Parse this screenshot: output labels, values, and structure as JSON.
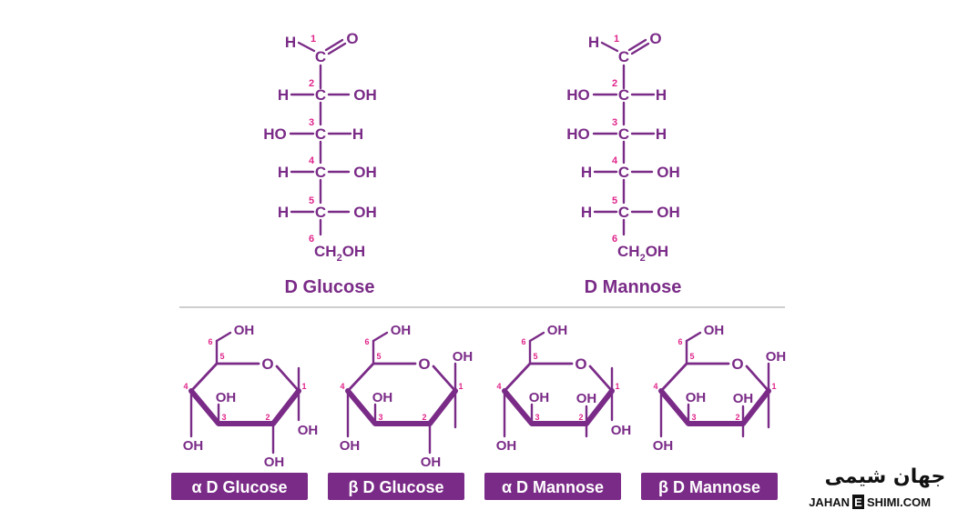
{
  "colors": {
    "primary": "#7a2b87",
    "carbon_number": "#e0248a",
    "divider": "#9e9e9e"
  },
  "open_chain": [
    {
      "name": "D Glucose",
      "top": {
        "h": "H",
        "c": "C",
        "o": "O",
        "num": "1"
      },
      "rows": [
        {
          "num": "2",
          "left": "H",
          "right": "OH"
        },
        {
          "num": "3",
          "left": "HO",
          "right": "H"
        },
        {
          "num": "4",
          "left": "H",
          "right": "OH"
        },
        {
          "num": "5",
          "left": "H",
          "right": "OH"
        }
      ],
      "bottom": {
        "num": "6",
        "prefix": "CH",
        "sub": "2",
        "suffix": "OH"
      }
    },
    {
      "name": "D Mannose",
      "top": {
        "h": "H",
        "c": "C",
        "o": "O",
        "num": "1"
      },
      "rows": [
        {
          "num": "2",
          "left": "HO",
          "right": "H"
        },
        {
          "num": "3",
          "left": "HO",
          "right": "H"
        },
        {
          "num": "4",
          "left": "H",
          "right": "OH"
        },
        {
          "num": "5",
          "left": "H",
          "right": "OH"
        }
      ],
      "bottom": {
        "num": "6",
        "prefix": "CH",
        "sub": "2",
        "suffix": "OH"
      }
    }
  ],
  "rings": [
    {
      "label": "α D Glucose",
      "ring_o": "O",
      "top_oh": "OH",
      "c1_top": "",
      "c1_bottom": "OH",
      "c2_bottom": "OH",
      "c3_top": "OH",
      "c4_bottom": "OH",
      "c2_top": "",
      "nums": [
        "1",
        "2",
        "3",
        "4",
        "5",
        "6"
      ]
    },
    {
      "label": "β D Glucose",
      "ring_o": "O",
      "top_oh": "OH",
      "c1_top": "OH",
      "c1_bottom": "",
      "c2_bottom": "OH",
      "c3_top": "OH",
      "c4_bottom": "OH",
      "c2_top": "",
      "nums": [
        "1",
        "2",
        "3",
        "4",
        "5",
        "6"
      ]
    },
    {
      "label": "α D Mannose",
      "ring_o": "O",
      "top_oh": "OH",
      "c1_top": "",
      "c1_bottom": "OH",
      "c2_bottom": "",
      "c3_top": "OH",
      "c4_bottom": "OH",
      "c2_top": "OH",
      "nums": [
        "1",
        "2",
        "3",
        "4",
        "5",
        "6"
      ]
    },
    {
      "label": "β D Mannose",
      "ring_o": "O",
      "top_oh": "OH",
      "c1_top": "OH",
      "c1_bottom": "",
      "c2_bottom": "",
      "c3_top": "OH",
      "c4_bottom": "OH",
      "c2_top": "OH",
      "nums": [
        "1",
        "2",
        "3",
        "4",
        "5",
        "6"
      ]
    }
  ],
  "logo": {
    "persian": "جهان شیمی",
    "latin_left": "JAHAN",
    "latin_e": "E",
    "latin_right": "SHIMI.COM"
  }
}
